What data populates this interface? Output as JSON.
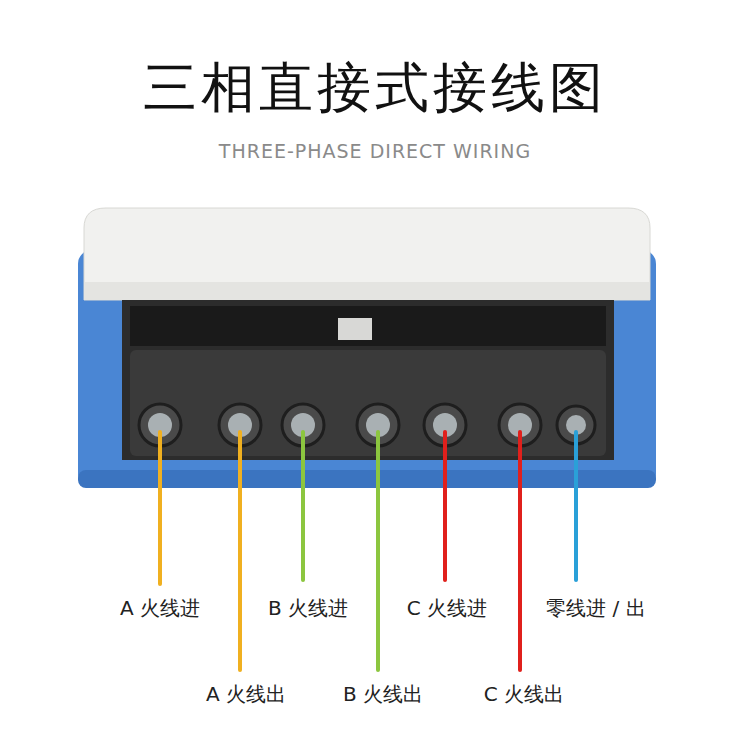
{
  "diagram": {
    "title": "三相直接式接线图",
    "labels": [
      "THREE-PHASE DIRECT WIRING",
      "A 火线进",
      "B 火线进",
      "C 火线进",
      "零线进 / 出",
      "A 火线出",
      "B 火线出",
      "C 火线出"
    ]
  }
}
